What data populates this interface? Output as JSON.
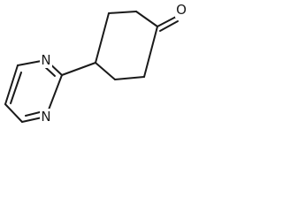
{
  "molecule": {
    "atoms": [
      {
        "id": "o1",
        "element": "O",
        "label": "O"
      },
      {
        "id": "n1",
        "element": "N",
        "label": "N"
      },
      {
        "id": "n3",
        "element": "N",
        "label": "N"
      }
    ],
    "rings": [
      "pyrimidine",
      "cyclohexanone"
    ]
  },
  "colors": {
    "bond": "#1a1a1a",
    "background": "#ffffff"
  }
}
